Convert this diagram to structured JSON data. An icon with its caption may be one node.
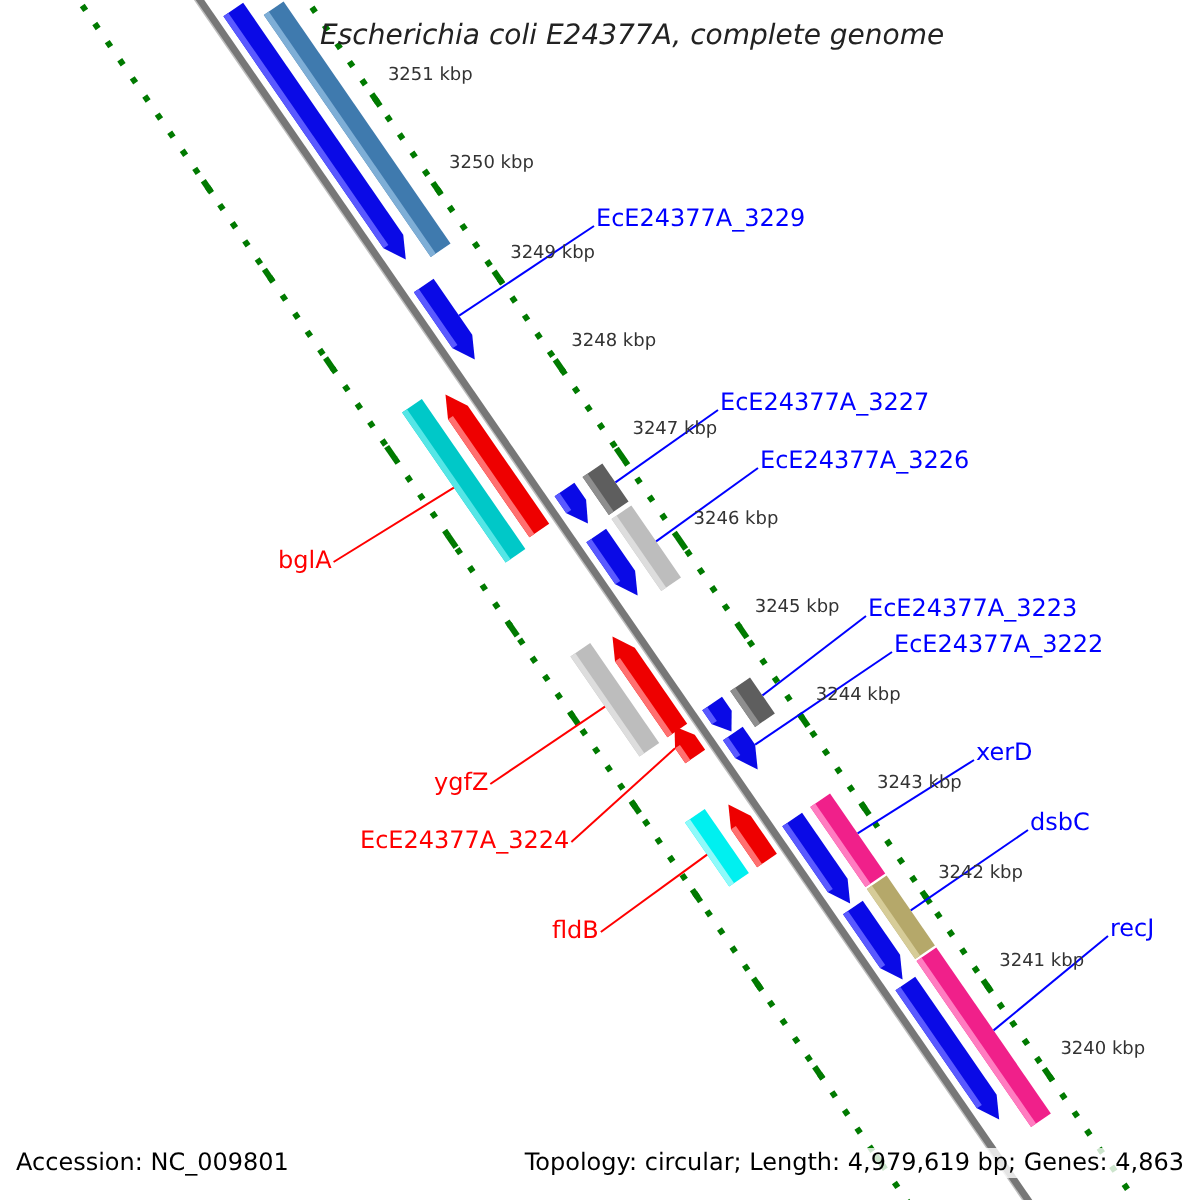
{
  "diagram": {
    "title": "Escherichia coli E24377A, complete genome",
    "nodes": [
      {
        "text": [
          "EcE24377A_3229"
        ]
      },
      {
        "text": [
          "EcE24377A_3227"
        ]
      },
      {
        "text": [
          "EcE24377A_3226"
        ]
      },
      {
        "text": [
          "bglA"
        ]
      },
      {
        "text": [
          "EcE24377A_3223"
        ]
      },
      {
        "text": [
          "EcE24377A_3222"
        ]
      },
      {
        "text": [
          "xerD"
        ]
      },
      {
        "text": [
          "ygfZ"
        ]
      },
      {
        "text": [
          "dsbC"
        ]
      },
      {
        "text": [
          "EcE24377A_3224"
        ]
      },
      {
        "text": [
          "recJ"
        ]
      },
      {
        "text": [
          "fldB"
        ]
      },
      {
        "text": [],
        "shape": "bar"
      },
      {
        "text": [],
        "shape": "arrow"
      },
      {
        "text": [],
        "shape": "arrow"
      },
      {
        "text": [],
        "shape": "bar"
      },
      {
        "text": [],
        "shape": "arrow"
      },
      {
        "text": [],
        "shape": "bar"
      },
      {
        "text": [],
        "shape": "arrow"
      },
      {
        "text": [],
        "shape": "bar"
      },
      {
        "text": [],
        "shape": "arrow"
      },
      {
        "text": [],
        "shape": "bar"
      },
      {
        "text": [],
        "shape": "arrow"
      },
      {
        "text": [],
        "shape": "arrow"
      },
      {
        "text": [],
        "shape": "bar"
      },
      {
        "text": [],
        "shape": "arrow"
      },
      {
        "text": [],
        "shape": "arrow"
      },
      {
        "text": [],
        "shape": "bar"
      },
      {
        "text": [],
        "shape": "arrow"
      },
      {
        "text": [],
        "shape": "bar"
      },
      {
        "text": [],
        "shape": "arrow"
      },
      {
        "text": [],
        "shape": "bar"
      },
      {
        "text": [],
        "shape": "arrow"
      },
      {
        "text": [],
        "shape": "bar"
      },
      {
        "text": [],
        "shape": "arrow"
      }
    ],
    "edges": [
      {
        "from": 0,
        "to": 14,
        "arrow": "none"
      },
      {
        "from": 1,
        "to": 17,
        "arrow": "none"
      },
      {
        "from": 2,
        "to": 19,
        "arrow": "none"
      },
      {
        "from": 3,
        "to": 15,
        "arrow": "none",
        "color": "#ff0000"
      },
      {
        "from": 4,
        "to": 24,
        "arrow": "none"
      },
      {
        "from": 5,
        "to": 26,
        "arrow": "none"
      },
      {
        "from": 6,
        "to": 29,
        "arrow": "none"
      },
      {
        "from": 7,
        "to": 21,
        "arrow": "none",
        "color": "#ff0000"
      },
      {
        "from": 8,
        "to": 31,
        "arrow": "none"
      },
      {
        "from": 9,
        "to": 23,
        "arrow": "none",
        "color": "#ff0000"
      },
      {
        "from": 10,
        "to": 33,
        "arrow": "none"
      },
      {
        "from": 11,
        "to": 27,
        "arrow": "none",
        "color": "#ff0000"
      }
    ],
    "labels": [
      "3251 kbp",
      "3250 kbp",
      "3249 kbp",
      "3248 kbp",
      "3247 kbp",
      "3246 kbp",
      "3245 kbp",
      "3244 kbp",
      "3243 kbp",
      "3242 kbp",
      "3241 kbp",
      "3240 kbp",
      "Accession: NC_009801",
      "Topology: circular; Length: 4,979,619 bp; Genes: 4,863"
    ]
  }
}
